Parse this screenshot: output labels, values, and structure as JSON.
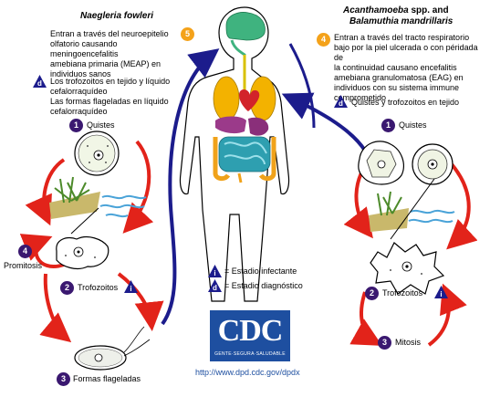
{
  "left_panel": {
    "title": "Naegleria fowleri",
    "stage5_number": "5",
    "stage5_text": [
      "Entran a través del neuroepitelio",
      "olfatorio causando meningoencefalitis",
      "amebiana primaria (MEAP) en",
      "individuos sanos"
    ],
    "diagnostic_letter": "d",
    "diagnostic_text": [
      "Los trofozoitos en tejido y líquido",
      "cefalorraquídeo",
      "Las formas flageladas en líquido",
      "cefalorraquídeo"
    ],
    "quistes_number": "1",
    "quistes_label": "Quistes",
    "trofozoitos_number": "2",
    "trofozoitos_label": "Trofozoitos",
    "formas_number": "3",
    "formas_label": "Formas flageladas",
    "promitosis_number": "4",
    "promitosis_label": "Promitosis",
    "infective_letter": "i"
  },
  "right_panel": {
    "title_italic": "Acanthamoeba",
    "title_rest": " spp. and",
    "title_line2": "Balamuthia mandrillaris",
    "stage4_number": "4",
    "stage4_text": [
      "Entran a través del tracto respiratorio",
      "bajo por la piel ulcerada o con péridada de",
      "la continuidad causano encefalitis",
      "amebiana granulomatosa (EAG) en",
      "individuos con su sistema immune",
      "comprometido"
    ],
    "diagnostic_letter": "d",
    "diagnostic_text": "Quistes y trofozoitos en tejido",
    "quistes_number": "1",
    "quistes_label": "Quistes",
    "trofozoitos_number": "2",
    "trofozoitos_label": "Trofozoitos",
    "mitosis_number": "3",
    "mitosis_label": "Mitosis",
    "infective_letter": "i"
  },
  "legend": {
    "infective_letter": "i",
    "infective_text": "= Estadio infectante",
    "diagnostic_letter": "d",
    "diagnostic_text": "= Estadio diagnóstico"
  },
  "logo": {
    "text": "CDC",
    "subtitle": "GENTE·SEGURA·SALUDABLE"
  },
  "url": "http://www.dpd.cdc.gov/dpdx",
  "colors": {
    "arrow_red": "#e2231a",
    "arrow_blue": "#1c1c8c",
    "number_circle": "#3a1870",
    "route_circle": "#f4a21a",
    "cdc_blue": "#1e4fa0"
  }
}
